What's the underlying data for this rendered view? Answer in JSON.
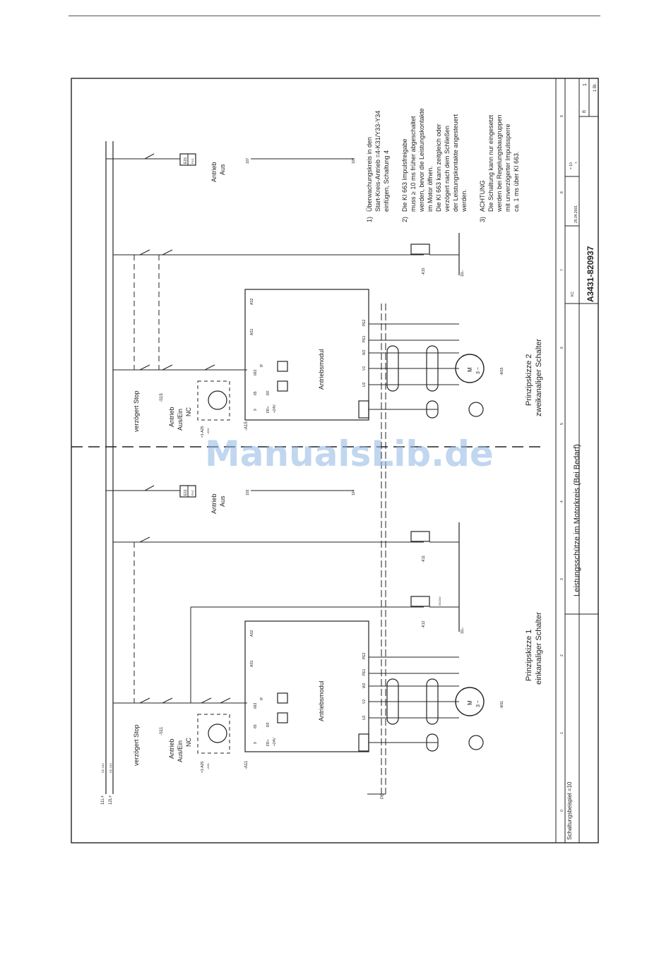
{
  "watermark": "ManualsLib.de",
  "drawing_number": "A3431-820937",
  "sheet_title": "Leistungsschütze im Motorkreis (Bei Bedarf)",
  "example_label": "Schaltungsbeispiel =10",
  "title_block": {
    "date": "25.04.2001",
    "eq": "= 10",
    "plus": "+",
    "kc": "KC",
    "b": "B",
    "sheet_no": "1",
    "sheet_count": "1 Bl.",
    "col_numbers": [
      "0",
      "1",
      "2",
      "3",
      "4",
      "5",
      "6",
      "7",
      "8",
      "9"
    ]
  },
  "supply": {
    "l1": "11L+",
    "l2": "12L+",
    "v1": "DC 24V",
    "v2": "DC 24V",
    "pe": "PE"
  },
  "sketch1": {
    "title": "Prinzipskizze 1",
    "subtitle": "einkanaliger Schalter",
    "stop": "verzögert Stop",
    "switch": "-S11",
    "antrieb": "Antrieb",
    "aus_ein": "Aus/Ein",
    "nc": "NC",
    "plc_ref": "=1-A25",
    "plc_sub": "-K24",
    "module": "Antriebsmodul",
    "module_ref": "-A11",
    "motor": "-M11",
    "motor_m": "M",
    "motor_3": "3 ~",
    "plc_box": "E11",
    "plc_box2": "PLC",
    "aus_label": "Antrieb",
    "aus_label2": "Aus",
    "wire_a": "103",
    "wire_b": "104",
    "coil1": "-K11",
    "coil2": "-K12",
    "coil_note": "DC24V",
    "rail": "11L-"
  },
  "sketch2": {
    "title": "Prinzipskizze 2",
    "subtitle": "zweikanaliger Schalter",
    "stop": "verzögert Stop",
    "switch": "-S15",
    "antrieb": "Antrieb",
    "aus_ein": "Aus/Ein",
    "nc": "NC",
    "plc_ref": "=1-A25",
    "plc_sub": "-K24",
    "module": "Antriebsmodul",
    "module_ref": "-A15",
    "motor": "-M15",
    "motor_m": "M",
    "motor_3": "3 ~",
    "plc_box": "E15",
    "plc_box2": "PLC",
    "aus_label": "Antrieb",
    "aus_label2": "Aus",
    "wire_a": "107",
    "wire_b": "108",
    "coil1": "-K15",
    "rail": "11L-"
  },
  "terminals": {
    "bottom": [
      "U2",
      "V2",
      "W2",
      "PE1",
      "PE2"
    ],
    "left": [
      "663",
      "65",
      "9",
      "RF",
      "FR+",
      "+24V",
      "IF",
      "AS1",
      "AS2"
    ]
  },
  "notes": [
    [
      "1)",
      "Überwachungskreis in den",
      "Start-Kreis-Antrieb =4-K31/Y33-Y34",
      "einfügen, Schaltung 4"
    ],
    [
      "2)",
      "Die KI 663 Impulsfreigabe",
      "muss ≥ 10 ms früher abgeschaltet",
      "werden, bevor die Leistungskontakte",
      "im Motor öffnen.",
      "Die KI 663 kann zeitgleich oder",
      "verzögert nach dem Schließen",
      "der Leistungskontakte angesteuert",
      "werden."
    ],
    [
      "3)",
      "ACHTUNG",
      "Die Schaltung kann nur eingesetzt",
      "werden bei Regelungsbaugruppen",
      "mit unverzögerter Impulssperre",
      "ca. 1 ms über KI 663."
    ]
  ]
}
